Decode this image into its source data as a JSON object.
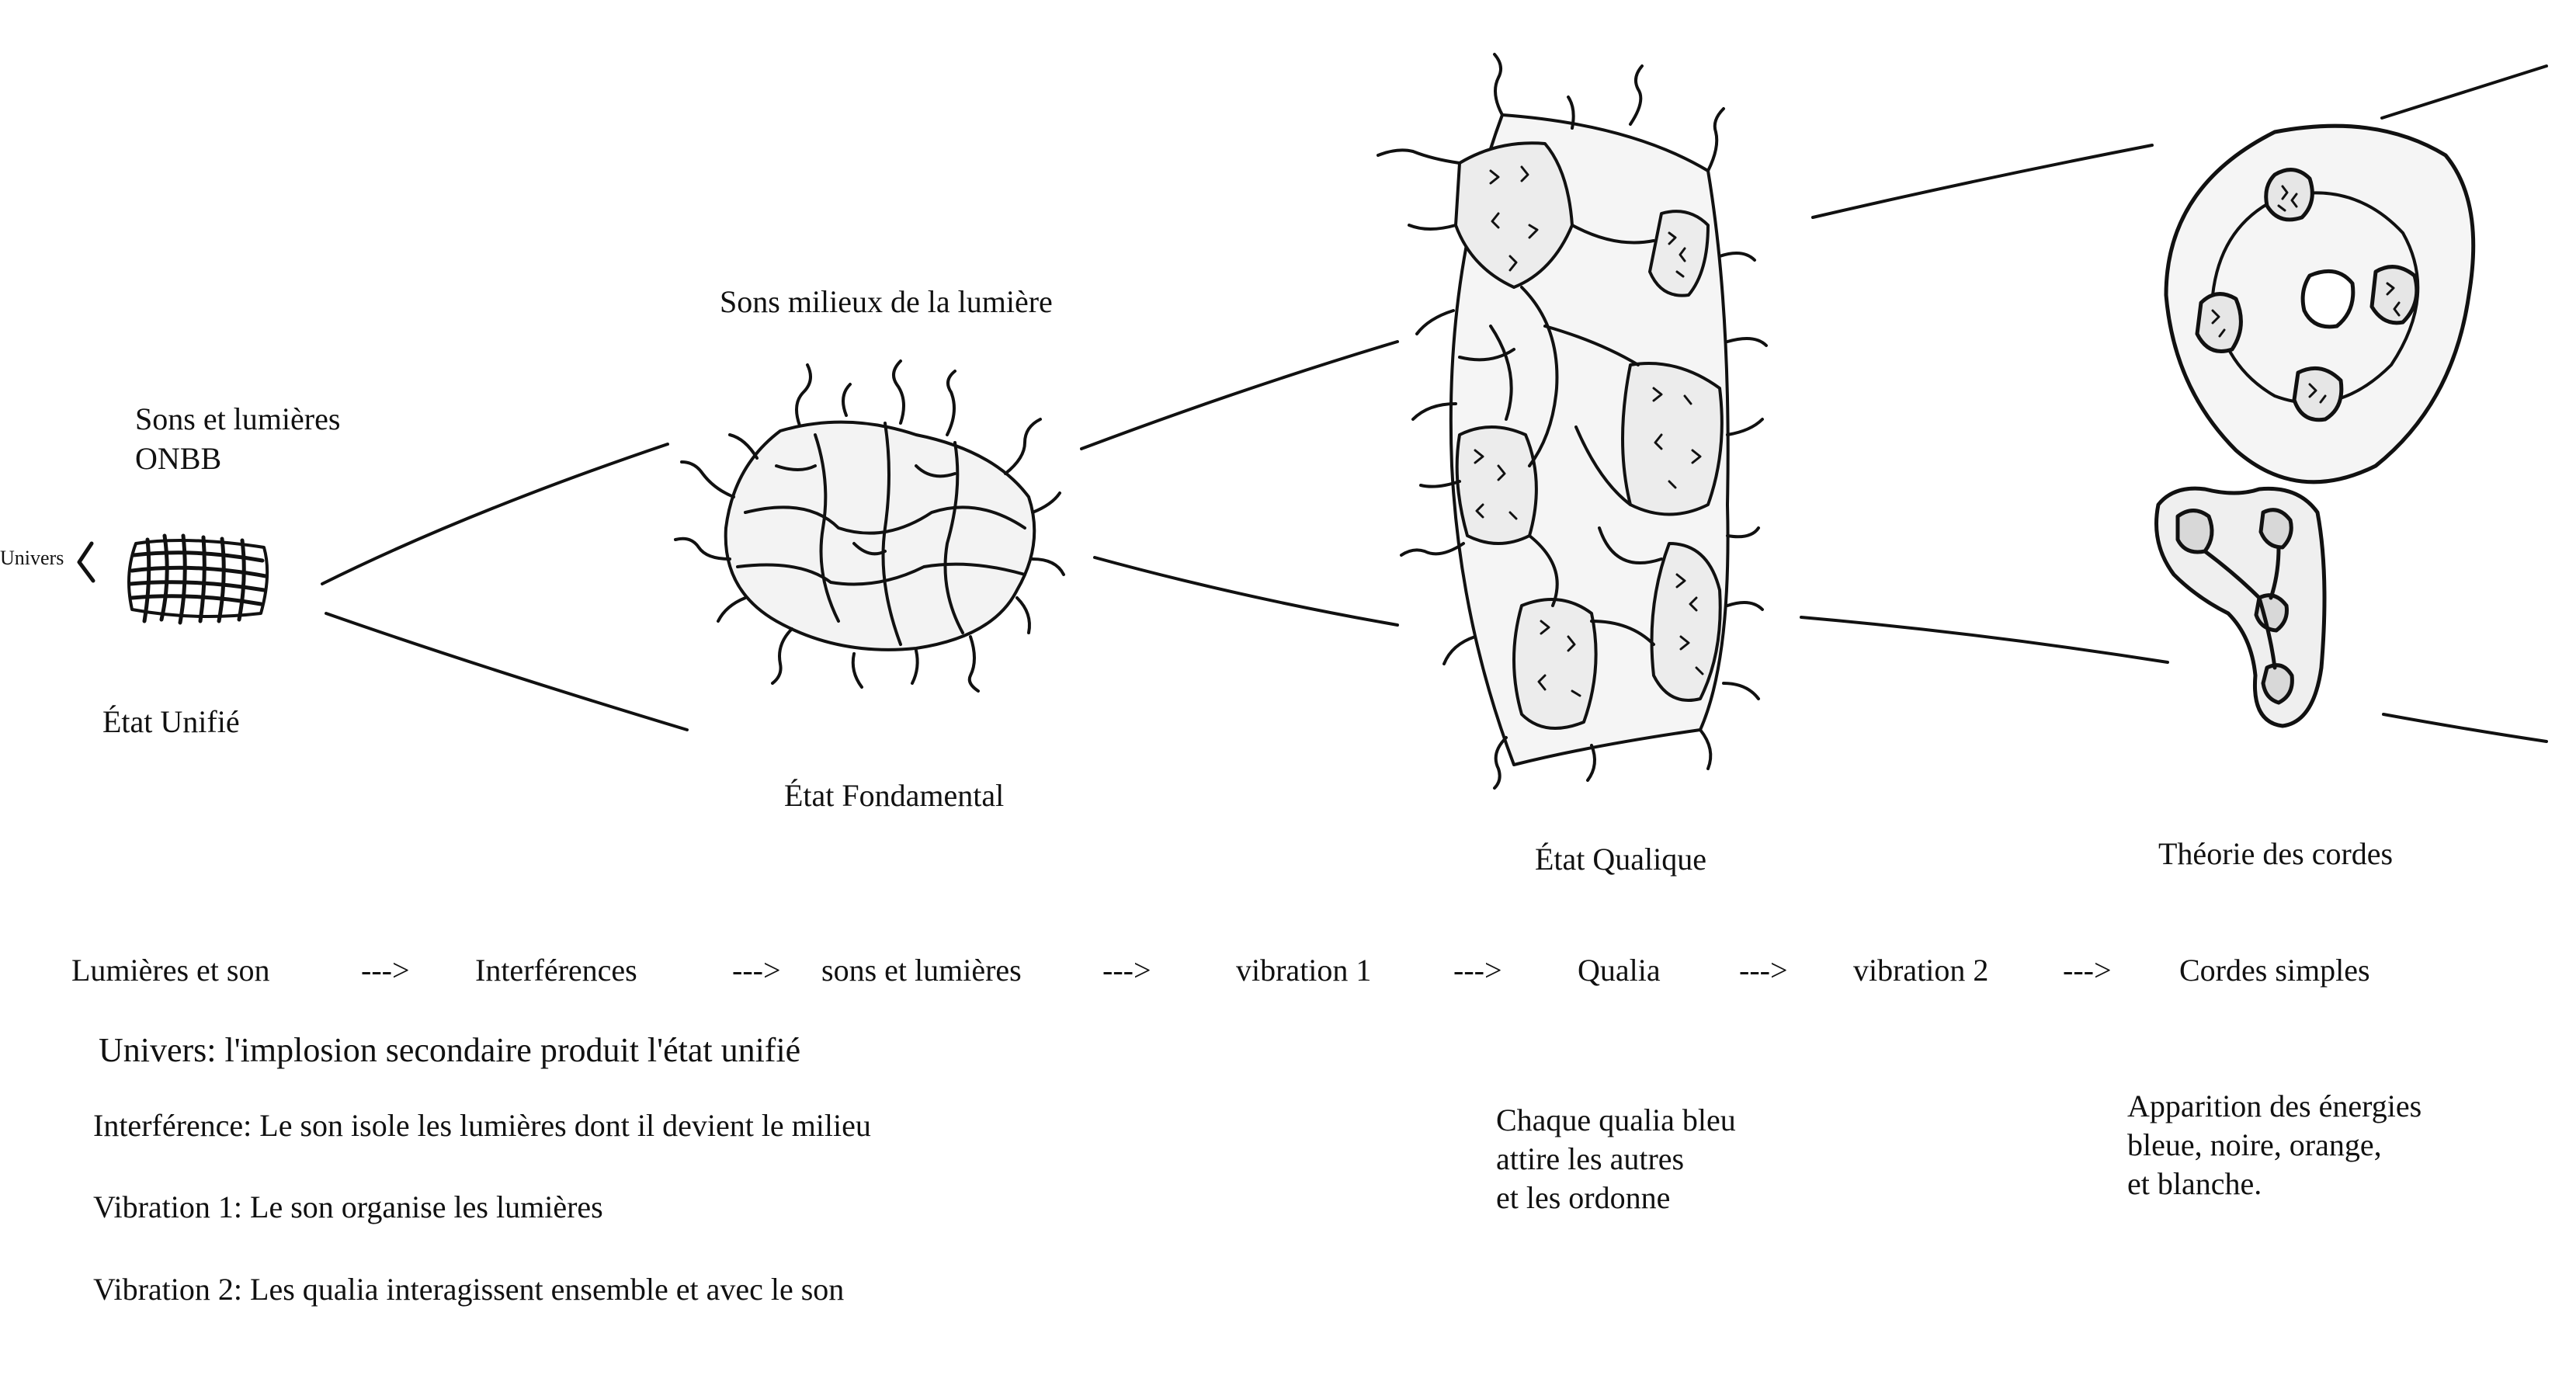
{
  "labels": {
    "univers": "Univers",
    "sons_lumieres": "Sons et lumières",
    "onbb": "ONBB",
    "etat_unifie": "État Unifié",
    "sons_milieux": "Sons milieux de la lumière",
    "etat_fondamental": "État Fondamental",
    "etat_qualique": "État Qualique",
    "theorie_cordes": "Théorie des cordes"
  },
  "flow": {
    "steps": [
      "Lumières et son",
      "Interférences",
      "sons et lumières",
      "vibration 1",
      "Qualia",
      "vibration 2",
      "Cordes simples"
    ],
    "arrow": "--->"
  },
  "notes": {
    "univers": "Univers: l'implosion secondaire produit l'état unifié",
    "interference": "Interférence: Le son isole les lumières dont il devient le milieu",
    "vibration1": "Vibration 1: Le son organise les lumières",
    "vibration2": "Vibration 2: Les qualia interagissent ensemble et avec le son"
  },
  "qualia_note": {
    "line1": "Chaque qualia bleu",
    "line2": "attire les autres",
    "line3": "et les ordonne"
  },
  "energies_note": {
    "line1": "Apparition des énergies",
    "line2": "bleue, noire, orange,",
    "line3": "et blanche."
  }
}
